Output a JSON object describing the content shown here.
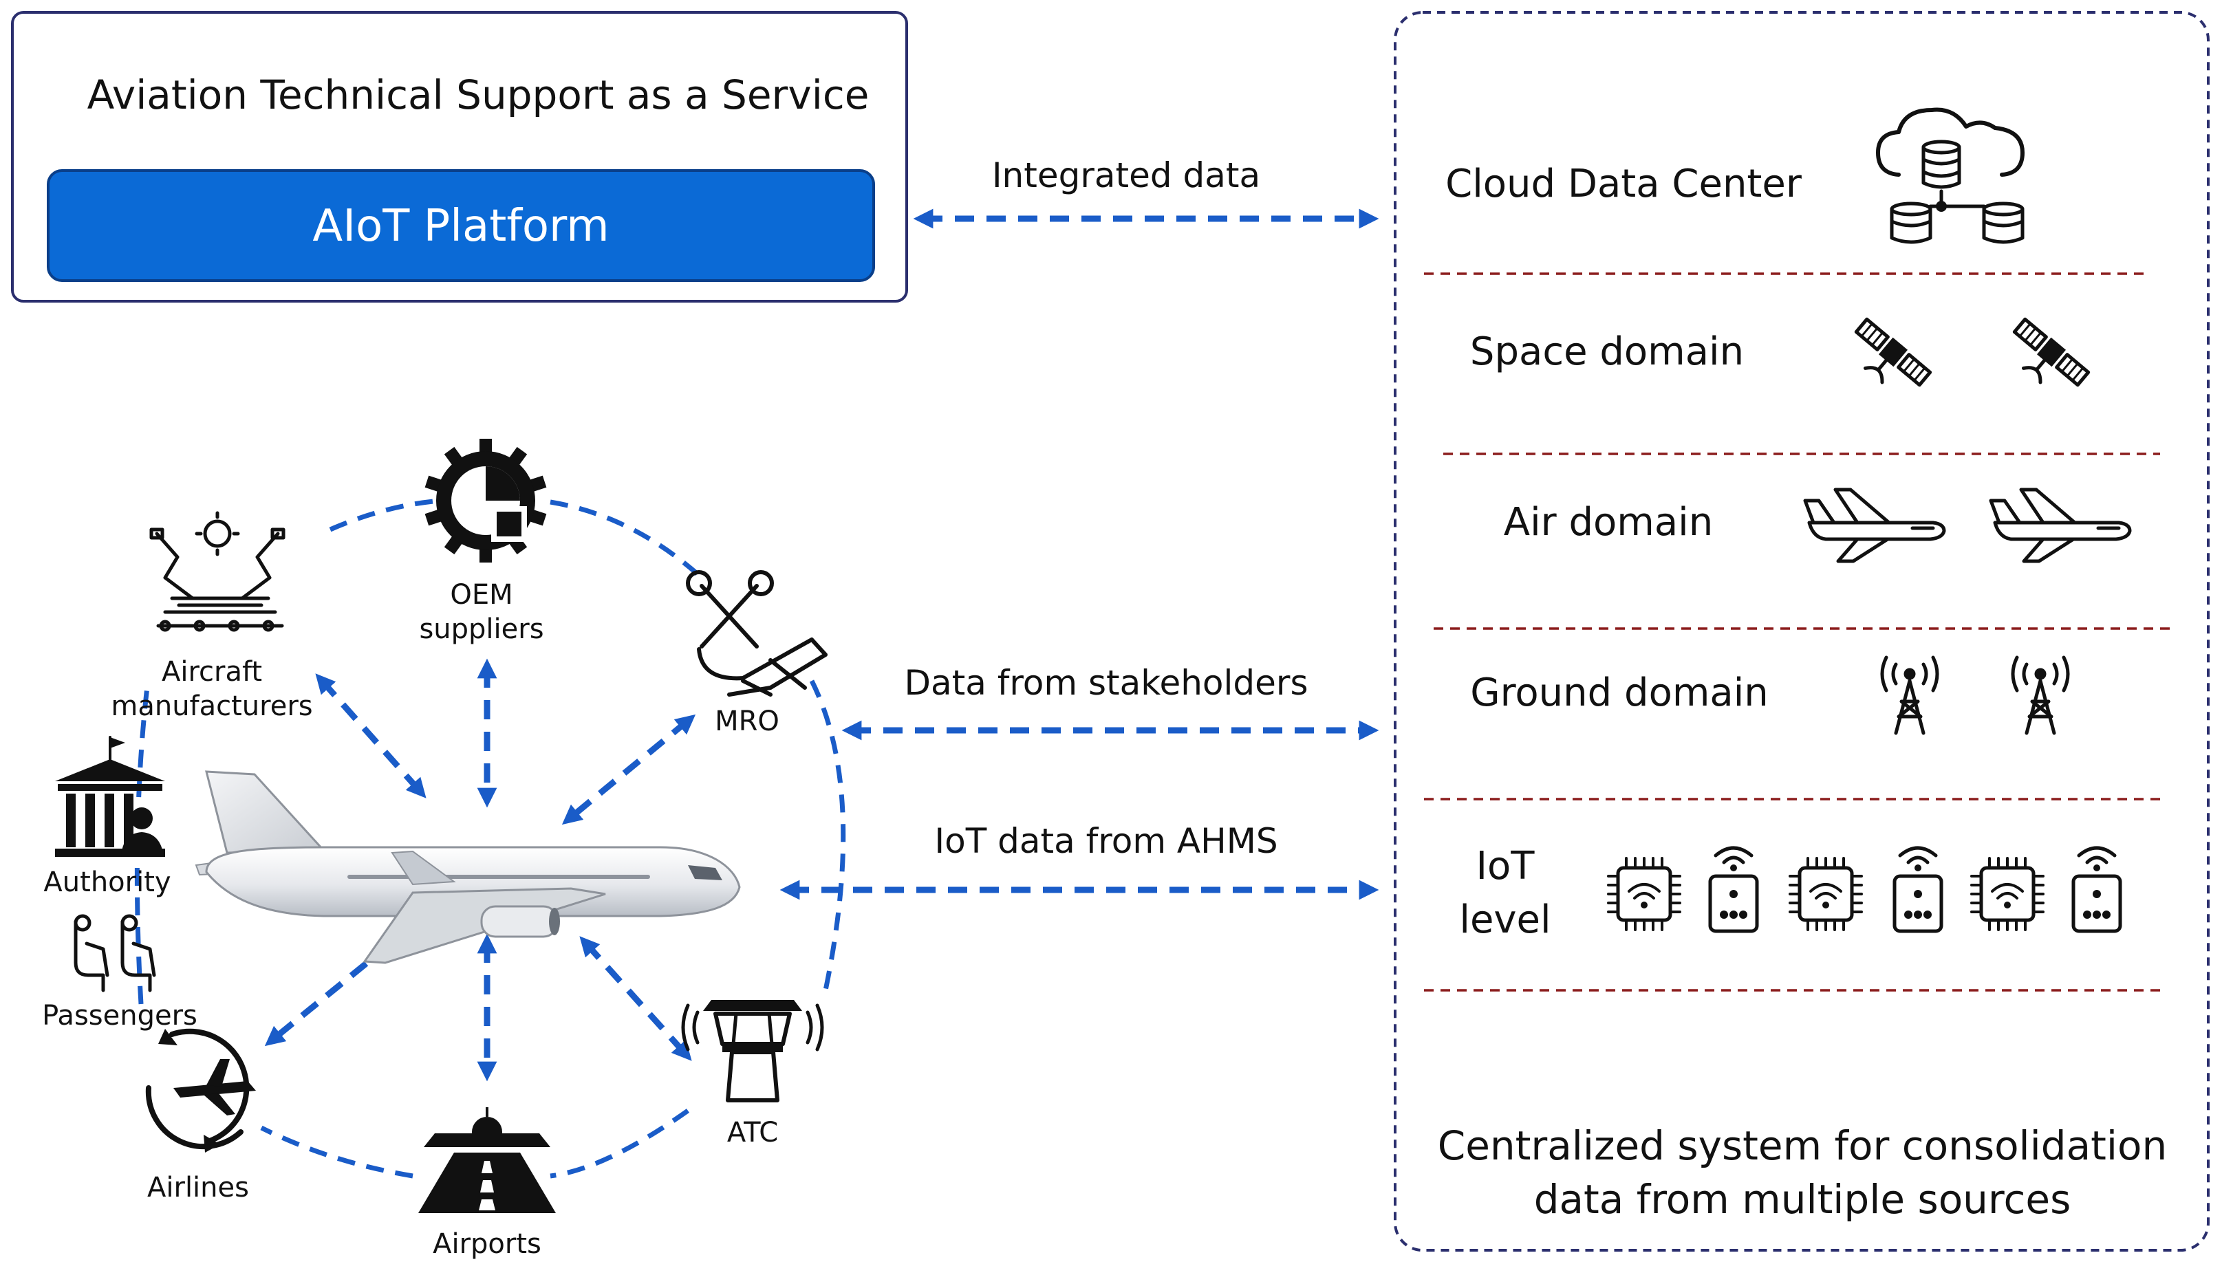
{
  "service_box": {
    "title": "Aviation Technical Support as a Service",
    "platform_label": "AIoT Platform",
    "platform_color": "#0b6ad6"
  },
  "links": {
    "integrated": "Integrated data",
    "stakeholders": "Data from stakeholders",
    "ahms": "IoT data from AHMS"
  },
  "stakeholders": {
    "oem": [
      "OEM",
      "suppliers"
    ],
    "manufacturers": [
      "Aircraft",
      "manufacturers"
    ],
    "mro": "MRO",
    "authority": "Authority",
    "passengers": "Passengers",
    "airlines": "Airlines",
    "airports": "Airports",
    "atc": "ATC"
  },
  "cloud_panel": {
    "rows": {
      "cloud": "Cloud Data Center",
      "space": "Space domain",
      "air": "Air domain",
      "ground": "Ground domain",
      "iot": [
        "IoT",
        "level"
      ]
    },
    "footer": [
      "Centralized system for consolidation",
      "data from multiple sources"
    ]
  },
  "colors": {
    "arrow": "#1a5cc8",
    "separator": "#8b1d1d",
    "panel_border": "#2b2f6e"
  }
}
